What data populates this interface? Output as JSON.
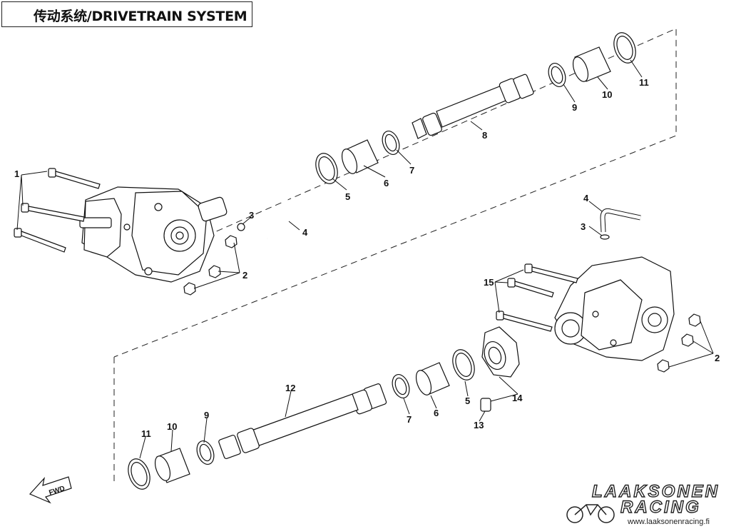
{
  "title": "传动系统/DRIVETRAIN SYSTEM",
  "fwd_label": "FWD",
  "callouts": {
    "c1": "1",
    "c2a": "2",
    "c2b": "2",
    "c3a": "3",
    "c3b": "3",
    "c4a": "4",
    "c4b": "4",
    "c5a": "5",
    "c5b": "5",
    "c6a": "6",
    "c6b": "6",
    "c7a": "7",
    "c7b": "7",
    "c8": "8",
    "c9a": "9",
    "c9b": "9",
    "c10a": "10",
    "c10b": "10",
    "c11a": "11",
    "c11b": "11",
    "c12": "12",
    "c13": "13",
    "c14": "14",
    "c15": "15"
  },
  "brand": {
    "name": "LAAKSONEN",
    "racing": "RACING",
    "url": "www.laaksonenracing.fi"
  }
}
